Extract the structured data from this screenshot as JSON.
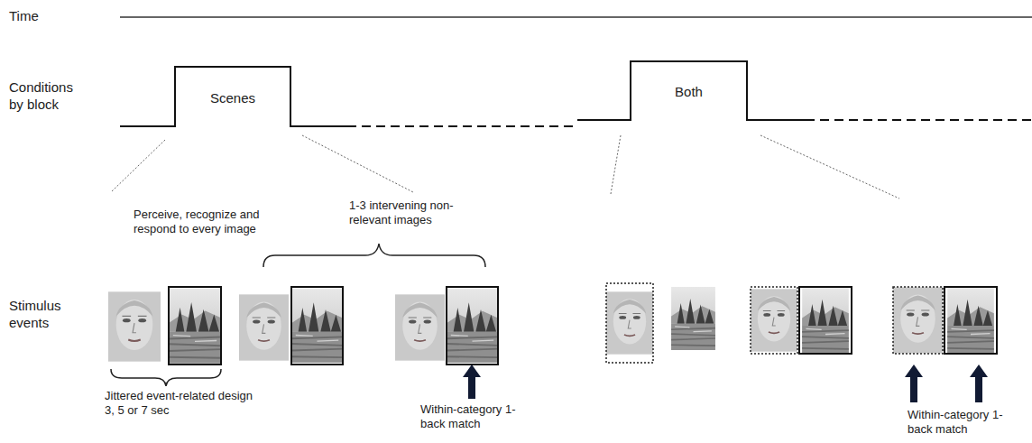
{
  "diagram": {
    "nodes": [
      {
        "text": [
          "Scenes"
        ]
      },
      {
        "text": [
          "Both"
        ]
      }
    ],
    "labels": [
      "Time",
      "Conditions by block",
      "Perceive, recognize and respond to every image",
      "1-3 intervening non-relevant images",
      "Stimulus events",
      "Jittered event-related design 3, 5 or 7 sec",
      "Within-category 1-back match",
      "Within-category 1-back match"
    ]
  }
}
